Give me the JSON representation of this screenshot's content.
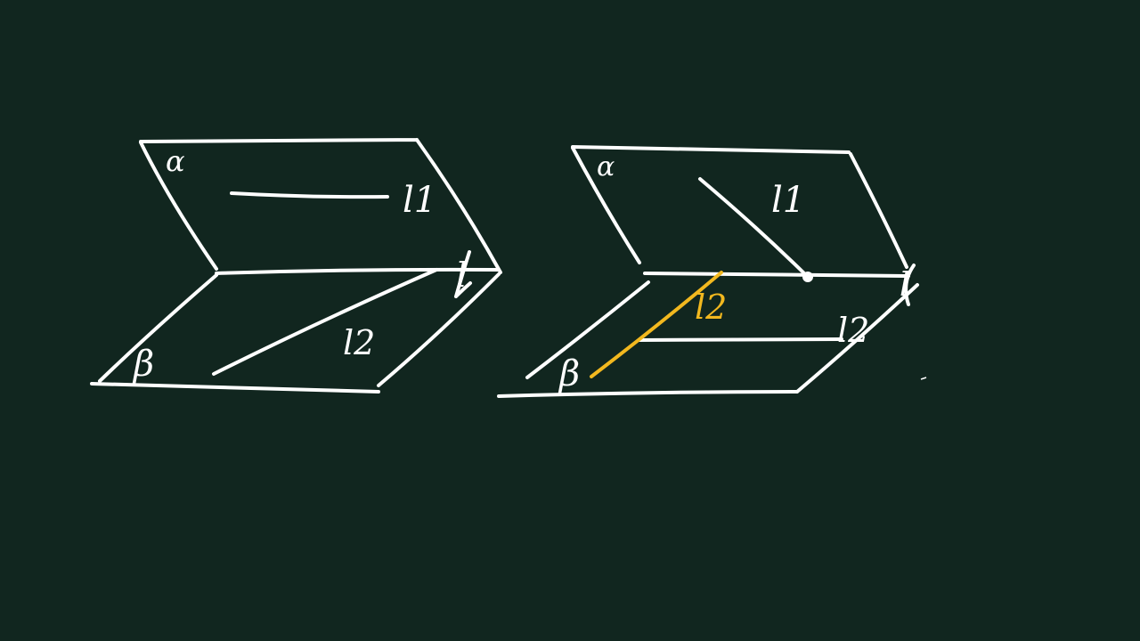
{
  "colors": {
    "background": "#11261f",
    "chalk_white": "#ffffff",
    "chalk_yellow": "#f2b81f"
  },
  "figure_left": {
    "plane_top_label": "α",
    "line_in_top_label": "l1",
    "line_in_bottom_label": "l2",
    "intersection_label": "l",
    "plane_bottom_label": "β"
  },
  "figure_right": {
    "plane_top_label": "α",
    "line_in_top_label": "l1",
    "highlighted_line_label": "l2",
    "parallel_line_label": "l2",
    "intersection_label": "l",
    "plane_bottom_label": "β"
  }
}
